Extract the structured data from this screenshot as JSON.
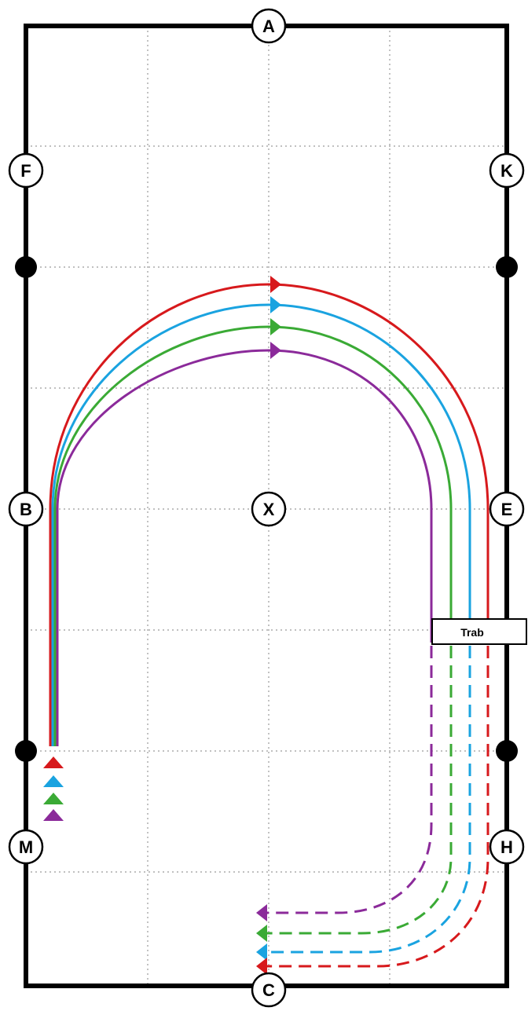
{
  "arena": {
    "letters": [
      "A",
      "F",
      "K",
      "B",
      "X",
      "E",
      "M",
      "H",
      "C"
    ],
    "gait_label": "Trab"
  },
  "colors": {
    "red": "#d7191c",
    "blue": "#1aa3e0",
    "green": "#3aaa35",
    "purple": "#8b2a9a",
    "border": "#000000",
    "grid": "#9a9a9a"
  },
  "paths": [
    {
      "color_key": "red"
    },
    {
      "color_key": "blue"
    },
    {
      "color_key": "green"
    },
    {
      "color_key": "purple"
    }
  ]
}
